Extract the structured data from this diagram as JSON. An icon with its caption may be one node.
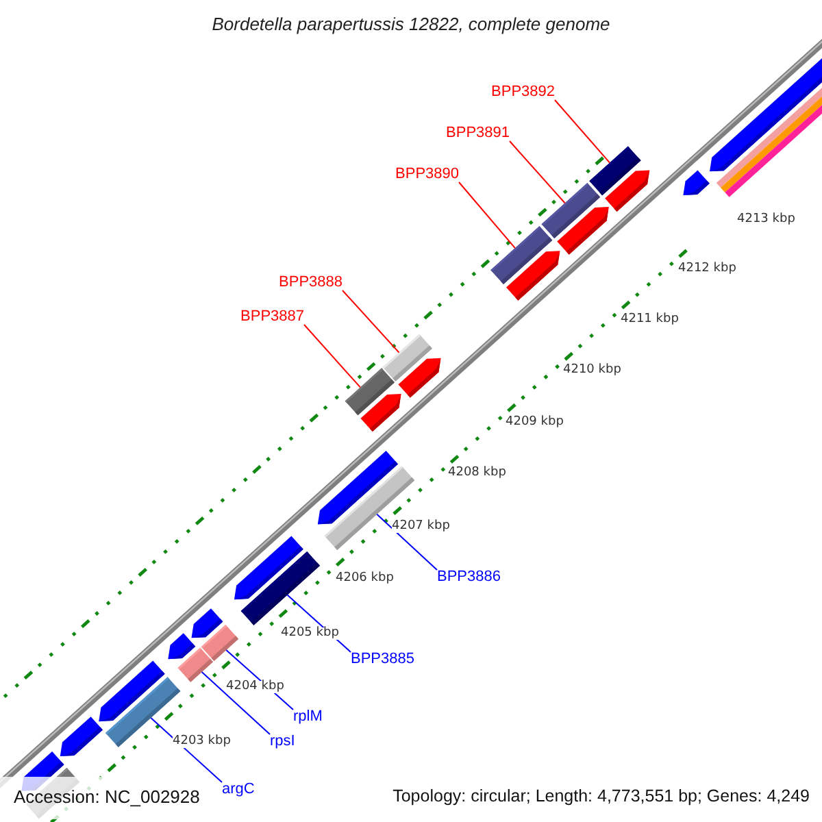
{
  "diagram": {
    "title": "Bordetella parapertussis 12822, complete genome",
    "nodes": [
      {
        "text": [
          "BPP3892"
        ]
      },
      {
        "text": [
          "BPP3891"
        ]
      },
      {
        "text": [
          "BPP3890"
        ]
      },
      {
        "text": [
          "BPP3888"
        ]
      },
      {
        "text": [
          "BPP3887"
        ]
      },
      {
        "text": [
          "BPP3886"
        ]
      },
      {
        "text": [
          "BPP3885"
        ]
      },
      {
        "text": [
          "rplM"
        ]
      },
      {
        "text": [
          "rpsI"
        ]
      },
      {
        "text": [
          "argC"
        ]
      },
      {
        "text": [],
        "shape": "bar"
      },
      {
        "text": [],
        "shape": "bar"
      },
      {
        "text": [],
        "shape": "bar"
      },
      {
        "text": [],
        "shape": "bar"
      },
      {
        "text": [],
        "shape": "bar"
      },
      {
        "text": [],
        "shape": "bar"
      },
      {
        "text": [],
        "shape": "bar"
      },
      {
        "text": [],
        "shape": "bar"
      },
      {
        "text": [],
        "shape": "bar"
      },
      {
        "text": [],
        "shape": "bar"
      }
    ],
    "edges": [
      {
        "from": 0,
        "to": 10,
        "arrow": "none",
        "color": "#ff0000"
      },
      {
        "from": 1,
        "to": 11,
        "arrow": "none",
        "color": "#ff0000"
      },
      {
        "from": 2,
        "to": 12,
        "arrow": "none",
        "color": "#ff0000"
      },
      {
        "from": 3,
        "to": 13,
        "arrow": "none",
        "color": "#ff0000"
      },
      {
        "from": 4,
        "to": 14,
        "arrow": "none",
        "color": "#ff0000"
      },
      {
        "from": 5,
        "to": 15,
        "arrow": "none",
        "color": "#0000ff"
      },
      {
        "from": 6,
        "to": 16,
        "arrow": "none",
        "color": "#0000ff"
      },
      {
        "from": 7,
        "to": 17,
        "arrow": "none",
        "color": "#0000ff"
      },
      {
        "from": 8,
        "to": 18,
        "arrow": "none",
        "color": "#0000ff"
      },
      {
        "from": 9,
        "to": 19,
        "arrow": "none",
        "color": "#0000ff"
      }
    ],
    "labels": [
      "4213 kbp",
      "4212 kbp",
      "4211 kbp",
      "4210 kbp",
      "4209 kbp",
      "4208 kbp",
      "4207 kbp",
      "4206 kbp",
      "4205 kbp",
      "4204 kbp",
      "4203 kbp",
      "Accession: NC_002928",
      "Topology: circular; Length: 4,773,551 bp; Genes: 4,249"
    ]
  }
}
